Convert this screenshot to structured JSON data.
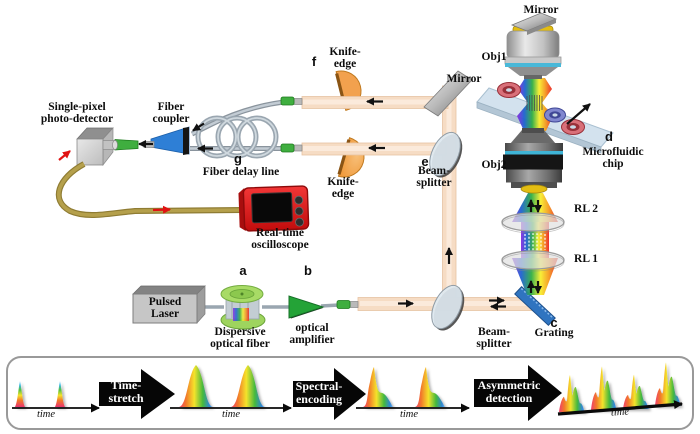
{
  "diagram": {
    "labels": {
      "detector": "Single-pixel\nphoto-detector",
      "fiber_coupler": "Fiber\ncoupler",
      "knife_edge_top": "Knife-\nedge",
      "knife_edge_bottom": "Knife-\nedge",
      "mirror_mid": "Mirror",
      "mirror_top": "Mirror",
      "beam_splitter_mid": "Beam-\nsplitter",
      "beam_splitter_bottom": "Beam-\nsplitter",
      "fiber_delay_line": "Fiber delay line",
      "oscilloscope": "Real-time\noscilloscope",
      "pulsed_laser": "Pulsed\nLaser",
      "dispersive_fiber": "Dispersive\noptical fiber",
      "optical_amplifier": "optical\namplifier",
      "grating": "Grating",
      "obj1": "Obj1",
      "obj2": "Obj2",
      "rl1": "RL 1",
      "rl2": "RL 2",
      "microfluidic_chip": "Microfluidic\nchip"
    },
    "tags": {
      "a": "a",
      "b": "b",
      "c": "c",
      "d": "d",
      "e": "e",
      "f": "f",
      "g": "g"
    }
  },
  "panel": {
    "steps": [
      {
        "label": "Time-\nstretch"
      },
      {
        "label": "Spectral-\nencoding"
      },
      {
        "label": "Asymmetric\ndetection"
      }
    ],
    "axis_label": "time"
  },
  "colors": {
    "beam": "#f6dcc4",
    "knife_edge": "#f2a14e",
    "coupler_blue": "#2e7fd6",
    "scope_red": "#d81414",
    "amplifier_green": "#24a337",
    "spool_green": "#9ed45e",
    "grating_blue": "#2f74c0",
    "cable_olive": "#b5a04c",
    "chip_blue": "#d3e2ee"
  }
}
